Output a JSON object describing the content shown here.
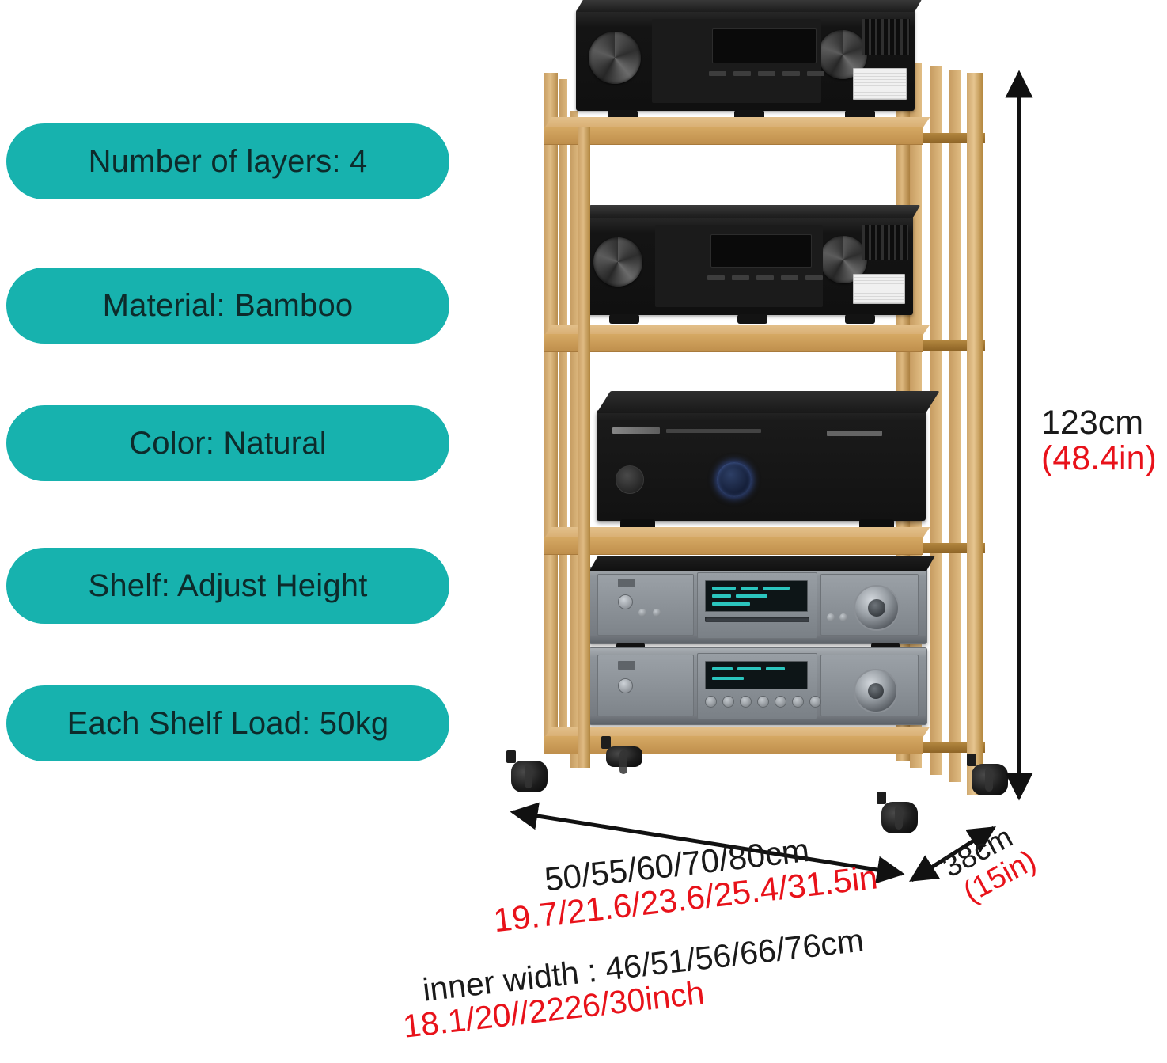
{
  "features": [
    {
      "id": "layers",
      "label": "Number of layers: 4"
    },
    {
      "id": "material",
      "label": "Material: Bamboo"
    },
    {
      "id": "color",
      "label": "Color: Natural"
    },
    {
      "id": "shelf",
      "label": "Shelf: Adjust Height"
    },
    {
      "id": "load",
      "label": "Each Shelf Load: 50kg"
    }
  ],
  "colors": {
    "badge_teal": "#17b2ae",
    "badge_text": "#0d2b2b",
    "inch_red": "#e8121a",
    "cm_black": "#1a1a1a",
    "bamboo": "#d8ae72",
    "background": "#ffffff"
  },
  "dimensions": {
    "height": {
      "cm": "123cm",
      "inch": "(48.4in)"
    },
    "depth": {
      "cm": "38cm",
      "inch": "(15in)"
    },
    "width": {
      "cm": "50/55/60/70/80cm",
      "inch": "19.7/21.6/23.6/25.4/31.5in"
    },
    "inner_width": {
      "cm": "inner width : 46/51/56/66/76cm",
      "inch": "18.1/20//2226/30inch"
    }
  },
  "product": {
    "shelf_count": 4,
    "shelves": [
      {
        "index": 1,
        "device": "pioneer-av-receiver"
      },
      {
        "index": 2,
        "device": "pioneer-av-receiver"
      },
      {
        "index": 3,
        "device": "yamaha-power-amplifier"
      },
      {
        "index": 4,
        "device": "silver-cd-players-stacked"
      }
    ],
    "casters": 4
  }
}
